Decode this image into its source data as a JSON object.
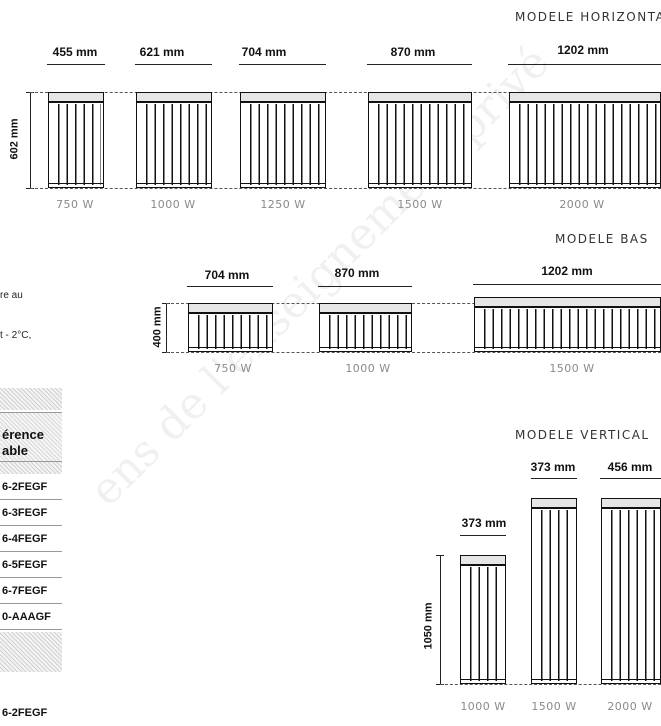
{
  "sections": {
    "horizontal": {
      "title": "MODELE HORIZONTAL",
      "height_label": "602 mm",
      "models": [
        {
          "width": "455 mm",
          "power": "750 W"
        },
        {
          "width": "621 mm",
          "power": "1000 W"
        },
        {
          "width": "704 mm",
          "power": "1250 W"
        },
        {
          "width": "870 mm",
          "power": "1500 W"
        },
        {
          "width": "1202 mm",
          "power": "2000 W"
        }
      ]
    },
    "bas": {
      "title": "MODELE BAS",
      "height_label": "400 mm",
      "models": [
        {
          "width": "704 mm",
          "power": "750 W"
        },
        {
          "width": "870 mm",
          "power": "1000 W"
        },
        {
          "width": "1202 mm",
          "power": "1500 W"
        }
      ]
    },
    "vertical": {
      "title": "MODELE VERTICAL",
      "height_label": "1050 mm",
      "models": [
        {
          "width": "373 mm",
          "power": "1000 W"
        },
        {
          "width": "373 mm",
          "power": "1500 W"
        },
        {
          "width": "456 mm",
          "power": "2000 W"
        }
      ]
    }
  },
  "left_text": {
    "line1": "re au",
    "line2": "t - 2°C,"
  },
  "table": {
    "header_line1": "érence",
    "header_line2": "able",
    "rows": [
      "6-2FEGF",
      "6-3FEGF",
      "6-4FEGF",
      "6-5FEGF",
      "6-7FEGF",
      "0-AAAGF",
      "6-2FEGF"
    ]
  },
  "watermark": "ens de l'enseignement privé"
}
